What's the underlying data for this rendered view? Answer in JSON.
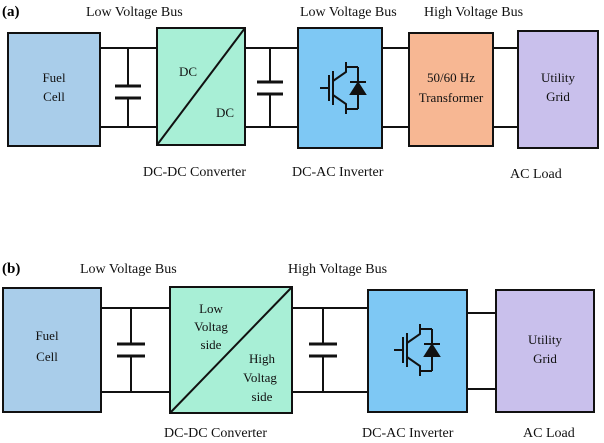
{
  "colors": {
    "fuel_cell": "#a9cdea",
    "converter": "#a8efd6",
    "inverter": "#7ec8f4",
    "transformer": "#f7b793",
    "grid": "#c9c0ec",
    "wire": "#111111"
  },
  "panel_a": {
    "tag": "(a)",
    "bus_left": "Low Voltage Bus",
    "bus_middle": "Low Voltage Bus",
    "bus_right": "High Voltage Bus",
    "fuel_cell": [
      "Fuel",
      "Cell"
    ],
    "converter_top": "DC",
    "converter_bottom": "DC",
    "transformer": [
      "50/60 Hz",
      "Transformer"
    ],
    "grid": [
      "Utility",
      "Grid"
    ],
    "caption_converter": "DC-DC Converter",
    "caption_inverter": "DC-AC Inverter",
    "caption_load": "AC Load"
  },
  "panel_b": {
    "tag": "(b)",
    "bus_left": "Low Voltage Bus",
    "bus_right": "High Voltage Bus",
    "fuel_cell": [
      "Fuel",
      "Cell"
    ],
    "converter_top": [
      "Low",
      "Voltag",
      "side"
    ],
    "converter_bottom": [
      "High",
      "Voltag",
      "side"
    ],
    "grid": [
      "Utility",
      "Grid"
    ],
    "caption_converter": "DC-DC Converter",
    "caption_inverter": "DC-AC Inverter",
    "caption_load": "AC Load"
  },
  "icons": {
    "capacitor": "capacitor-icon",
    "igbt": "igbt-switch-icon"
  }
}
